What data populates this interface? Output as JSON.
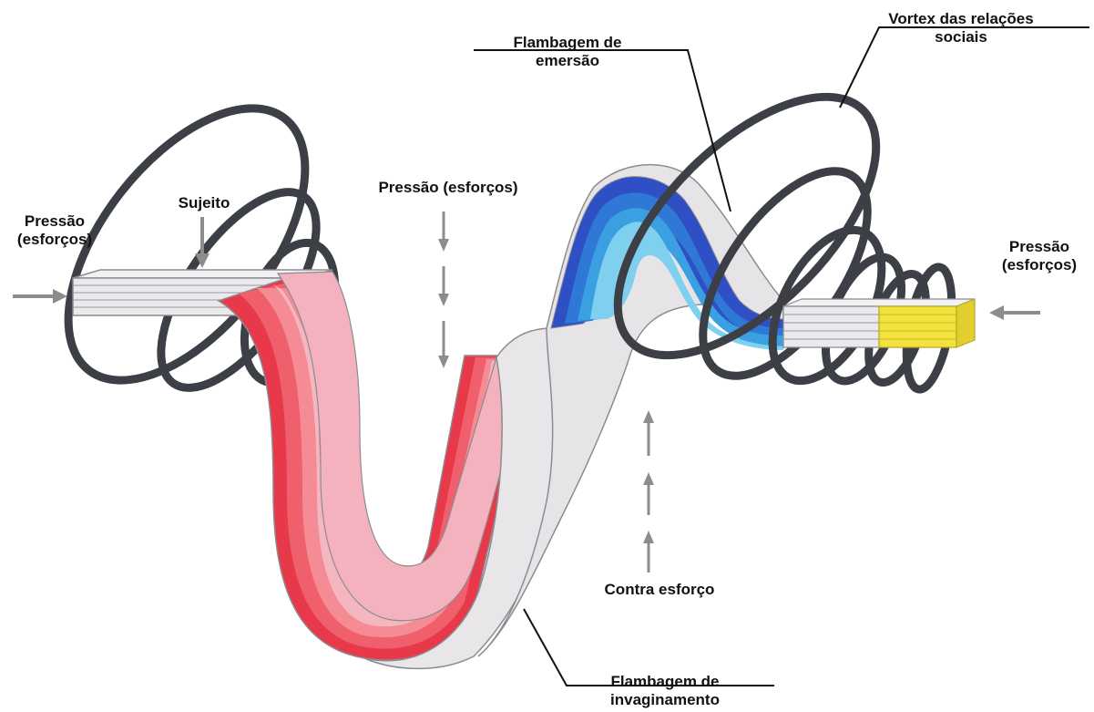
{
  "labels": {
    "pressao_left": [
      "Pressão",
      "(esforços)"
    ],
    "sujeito": "Sujeito",
    "pressao_top": "Pressão (esforços)",
    "flambagem_emersao": [
      "Flambagem de",
      "emersão"
    ],
    "vortex": [
      "Vortex das relações",
      "sociais"
    ],
    "pressao_right": [
      "Pressão",
      "(esforços)"
    ],
    "contra_esforco": "Contra esforço",
    "flambagem_invaginamento": [
      "Flambagem de",
      "invaginamento"
    ]
  },
  "colors": {
    "coil": "#3d3f46",
    "red_layers": [
      "#e8394a",
      "#f0606c",
      "#f58c95",
      "#f4b7c0"
    ],
    "blue_layers": [
      "#2f4fc4",
      "#2f78d6",
      "#3aa0e2",
      "#7fd0ef"
    ],
    "sheet_face": "#e8e6e9",
    "sheet_edge": "#8d8b90",
    "yellow_block": "#f4e23c",
    "arrow_grey": "#8c8c8c"
  }
}
